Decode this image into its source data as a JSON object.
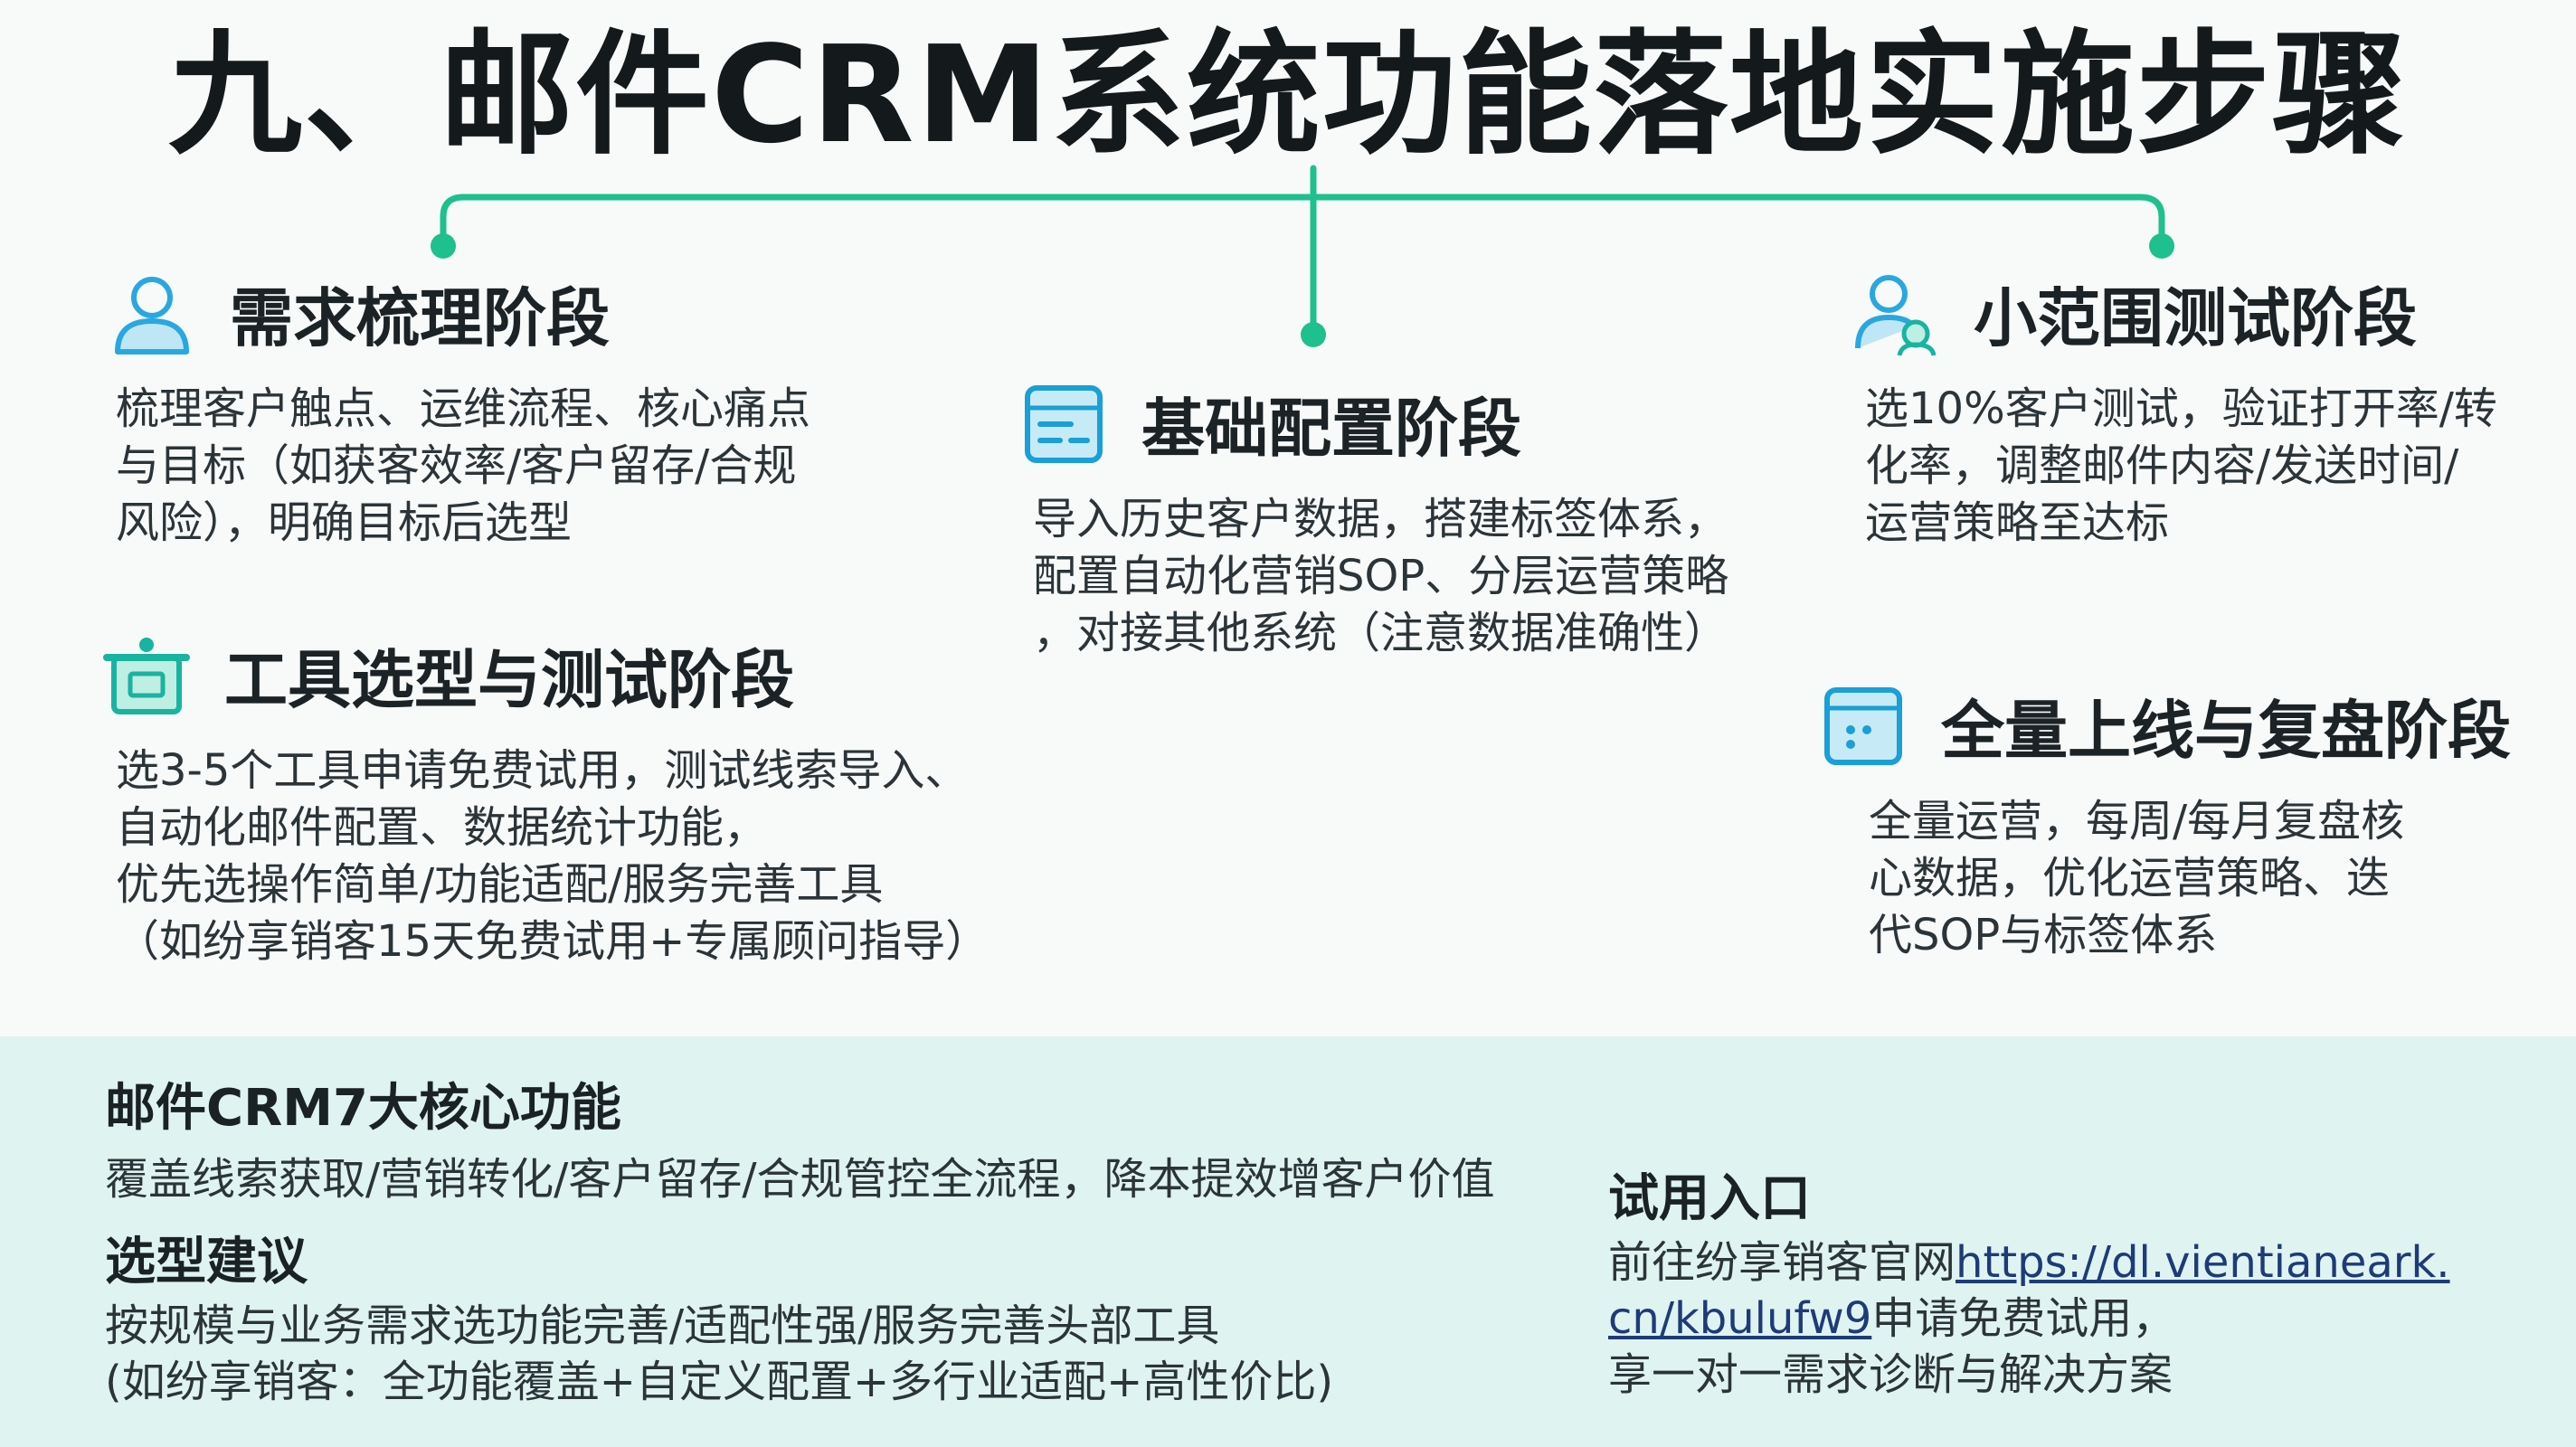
{
  "title": "九、邮件CRM系统功能落地实施步骤",
  "stages": {
    "requirements": {
      "icon": "user-icon",
      "title": "需求梳理阶段",
      "desc": [
        "梳理客户触点、运维流程、核心痛点",
        "与目标（如获客效率/客户留存/合规",
        "风险），明确目标后选型"
      ]
    },
    "tool_selection": {
      "icon": "toolbox-icon",
      "title": "工具选型与测试阶段",
      "desc": [
        "选3-5个工具申请免费试用，测试线索导入、",
        "自动化邮件配置、数据统计功能，",
        "优先选操作简单/功能适配/服务完善工具",
        "（如纷享销客15天免费试用+专属顾问指导）"
      ]
    },
    "basic_config": {
      "icon": "config-panel-icon",
      "title": "基础配置阶段",
      "desc": [
        "导入历史客户数据，搭建标签体系，",
        "配置自动化营销SOP、分层运营策略",
        "，对接其他系统（注意数据准确性）"
      ]
    },
    "pilot_test": {
      "icon": "user-group-icon",
      "title": "小范围测试阶段",
      "desc": [
        "选10%客户测试，验证打开率/转",
        "化率，调整邮件内容/发送时间/",
        "运营策略至达标"
      ]
    },
    "full_launch": {
      "icon": "dashboard-window-icon",
      "title": "全量上线与复盘阶段",
      "desc": [
        "全量运营，每周/每月复盘核",
        "心数据，优化运营策略、迭",
        "代SOP与标签体系"
      ]
    }
  },
  "bottom": {
    "core": {
      "heading": "邮件CRM7大核心功能",
      "text": "覆盖线索获取/营销转化/客户留存/合规管控全流程，降本提效增客户价值"
    },
    "advice": {
      "heading": "选型建议",
      "lines": [
        "按规模与业务需求选功能完善/适配性强/服务完善头部工具",
        "(如纷享销客：全功能覆盖+自定义配置+多行业适配+高性价比)"
      ]
    },
    "trial": {
      "heading": "试用入口",
      "line1_prefix": "前往纷享销客官网",
      "line1_url": "https://dl.vientianeark.",
      "line2_url": "cn/kbulufw9",
      "line2_suffix": "申请免费试用，",
      "line3": "享一对一需求诊断与解决方案"
    }
  },
  "colors": {
    "accent": "#1ec08d",
    "icon_blue": "#2aa7e0",
    "icon_teal": "#19b3a2",
    "bottom_bg": "#dff3f0",
    "link": "#1e3b78"
  }
}
